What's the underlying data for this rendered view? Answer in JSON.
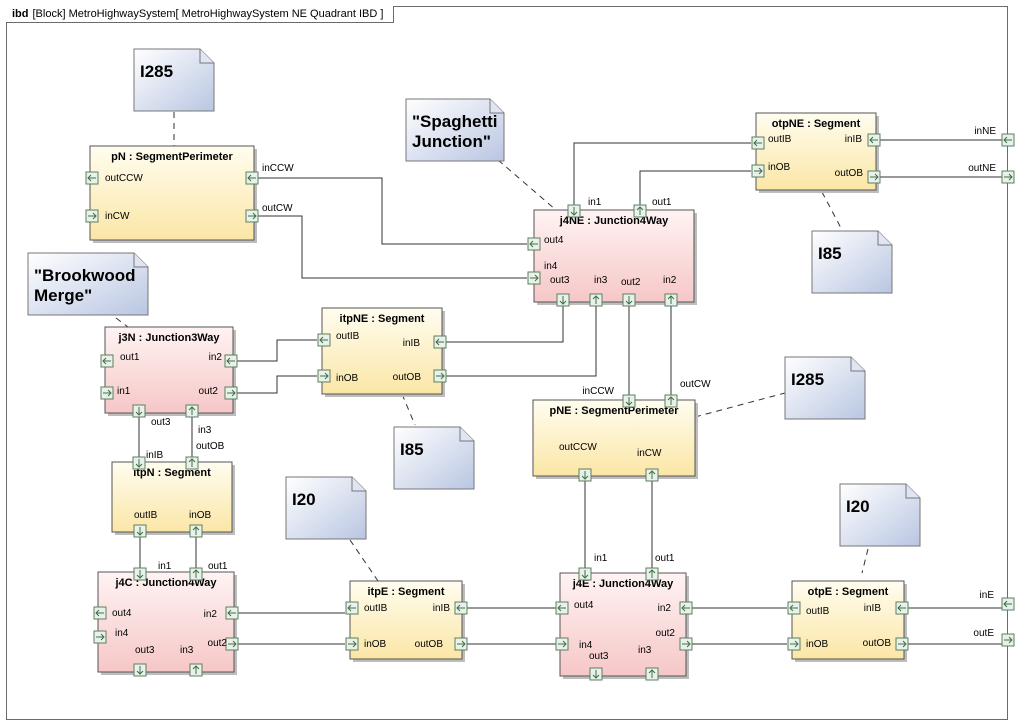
{
  "frame": {
    "kind": "ibd",
    "label": "[Block] MetroHighwaySystem[ MetroHighwaySystem NE Quadrant IBD ]"
  },
  "notes": {
    "n_i285_top": [
      "I285"
    ],
    "n_spaghetti": [
      "\"Spaghetti",
      "Junction\""
    ],
    "n_brookwood": [
      "\"Brookwood",
      "Merge\""
    ],
    "n_i85_right": [
      "I85"
    ],
    "n_i285_mid": [
      "I285"
    ],
    "n_i85_mid": [
      "I85"
    ],
    "n_i20_left": [
      "I20"
    ],
    "n_i20_right": [
      "I20"
    ]
  },
  "blocks": {
    "pN": {
      "title": "pN : SegmentPerimeter",
      "kind": "segment"
    },
    "j4NE": {
      "title": "j4NE : Junction4Way",
      "kind": "junction"
    },
    "otpNE": {
      "title": "otpNE : Segment",
      "kind": "segment"
    },
    "j3N": {
      "title": "j3N : Junction3Way",
      "kind": "junction"
    },
    "itpNE": {
      "title": "itpNE : Segment",
      "kind": "segment"
    },
    "pNE": {
      "title": "pNE : SegmentPerimeter",
      "kind": "segment"
    },
    "itpN": {
      "title": "itpN : Segment",
      "kind": "segment"
    },
    "j4C": {
      "title": "j4C : Junction4Way",
      "kind": "junction"
    },
    "itpE": {
      "title": "itpE : Segment",
      "kind": "segment"
    },
    "j4E": {
      "title": "j4E : Junction4Way",
      "kind": "junction"
    },
    "otpE": {
      "title": "otpE : Segment",
      "kind": "segment"
    }
  },
  "port_labels": {
    "pN_outCCW_in": "outCCW",
    "pN_inCW_in": "inCW",
    "pN_inCCW_out": "inCCW",
    "pN_outCW_out": "outCW",
    "j4NE_in1": "in1",
    "j4NE_out1": "out1",
    "j4NE_out4": "out4",
    "j4NE_in4": "in4",
    "j4NE_out3": "out3",
    "j4NE_in3": "in3",
    "j4NE_out2": "out2",
    "j4NE_in2": "in2",
    "otpNE_outIB": "outIB",
    "otpNE_inIB": "inIB",
    "otpNE_inOB": "inOB",
    "otpNE_outOB": "outOB",
    "frame_inNE": "inNE",
    "frame_outNE": "outNE",
    "frame_inE": "inE",
    "frame_outE": "outE",
    "j3N_out1": "out1",
    "j3N_in2": "in2",
    "j3N_in1": "in1",
    "j3N_out2": "out2",
    "j3N_out3": "out3",
    "j3N_in3": "in3",
    "itpNE_outIB": "outIB",
    "itpNE_inIB": "inIB",
    "itpNE_inOB": "inOB",
    "itpNE_outOB": "outOB",
    "pNE_inCCW": "inCCW",
    "pNE_outCW": "outCW",
    "pNE_outCCW": "outCCW",
    "pNE_inCW": "inCW",
    "itpN_inIB": "inIB",
    "itpN_outOB": "outOB",
    "itpN_outIB": "outIB",
    "itpN_inOB": "inOB",
    "j4C_in1": "in1",
    "j4C_out1": "out1",
    "j4C_out4": "out4",
    "j4C_in2": "in2",
    "j4C_in4": "in4",
    "j4C_out2": "out2",
    "j4C_out3": "out3",
    "j4C_in3": "in3",
    "itpE_outIB": "outIB",
    "itpE_inIB": "inIB",
    "itpE_inOB": "inOB",
    "itpE_outOB": "outOB",
    "j4E_in1": "in1",
    "j4E_out1": "out1",
    "j4E_out4": "out4",
    "j4E_in2": "in2",
    "j4E_out2": "out2",
    "j4E_in4": "in4",
    "j4E_in3": "in3",
    "j4E_out3": "out3",
    "otpE_outIB": "outIB",
    "otpE_inIB": "inIB",
    "otpE_inOB": "inOB",
    "otpE_outOB": "outOB"
  },
  "colors": {
    "segment_fill_top": "#fffdf0",
    "segment_fill_bottom": "#fbe6a6",
    "junction_fill_top": "#fff3f3",
    "junction_fill_bottom": "#f6c7c7",
    "note_fill_top": "#ffffff",
    "note_fill_bottom": "#b9c6e2",
    "block_border": "#555555",
    "port_fill": "#e9f2ea",
    "port_border": "#5c7f60"
  },
  "icons": {
    "port": "flow-port-arrow-icon",
    "frame_port": "boundary-port-icon"
  }
}
